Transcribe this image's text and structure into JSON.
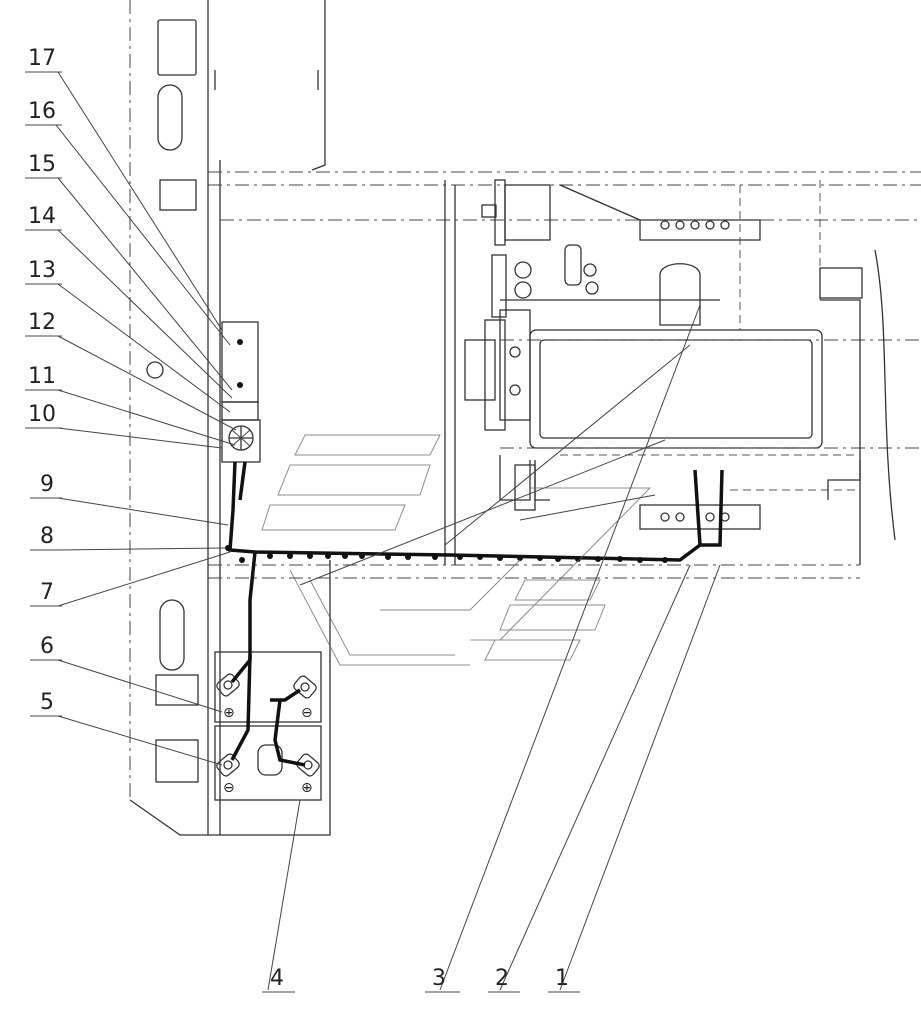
{
  "diagram": {
    "callouts_left": [
      "17",
      "16",
      "15",
      "14",
      "13",
      "12",
      "11",
      "10",
      "9",
      "8",
      "7",
      "6",
      "5"
    ],
    "callouts_bottom": [
      "4",
      "3",
      "2",
      "1"
    ],
    "battery_symbols": [
      "⊕",
      "⊖",
      "⊖",
      "⊕"
    ]
  }
}
